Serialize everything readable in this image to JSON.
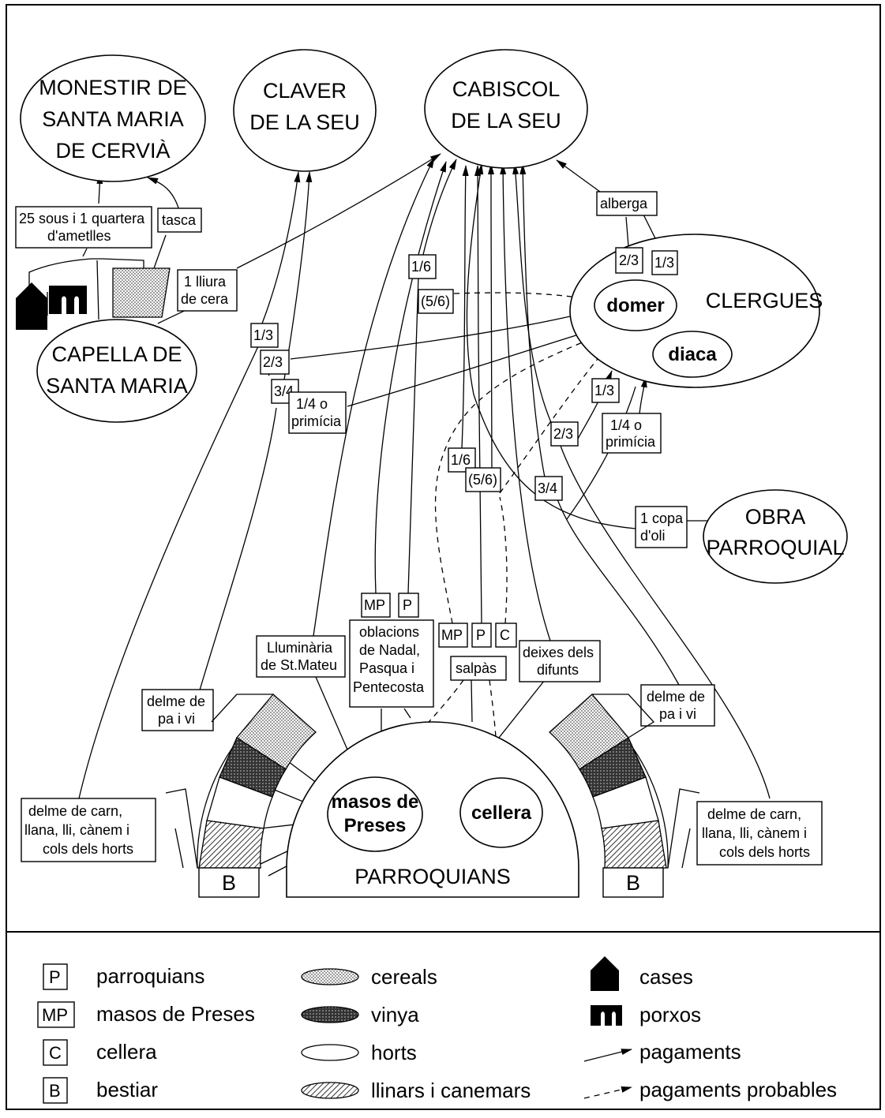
{
  "nodes": {
    "monestir": [
      "MONESTIR DE",
      "SANTA MARIA",
      "DE CERVIÀ"
    ],
    "claver": [
      "CLAVER",
      "DE LA SEU"
    ],
    "cabiscol": [
      "CABISCOL",
      "DE LA SEU"
    ],
    "clergues": "CLERGUES",
    "domer": "domer",
    "diaca": "diaca",
    "capella": [
      "CAPELLA DE",
      "SANTA MARIA"
    ],
    "obra": [
      "OBRA",
      "PARROQUIAL"
    ],
    "masos": [
      "masos de",
      "Preses"
    ],
    "cellera": "cellera",
    "parroquians": "PARROQUIANS",
    "bestiar_left": "B",
    "bestiar_right": "B"
  },
  "labels": {
    "sous": [
      "25 sous i 1 quartera",
      "d'ametlles"
    ],
    "tasca": "tasca",
    "lliura": [
      "1 lliura",
      "de cera"
    ],
    "alberga": "alberga",
    "alberga_23": "2/3",
    "alberga_13": "1/3",
    "f16a": "1/6",
    "f56a": "(5/6)",
    "f13a": "1/3",
    "f23a": "2/3",
    "f34a": "3/4",
    "quarta_a": [
      "1/4 o",
      "primícia"
    ],
    "f16b": "1/6",
    "f56b": "(5/6)",
    "f13b": "1/3",
    "f23b": "2/3",
    "f34b": "3/4",
    "quarta_b": [
      "1/4 o",
      "primícia"
    ],
    "copa": [
      "1 copa",
      "d'oli"
    ],
    "tag_mp1": "MP",
    "tag_p1": "P",
    "tag_mp2": "MP",
    "tag_p2": "P",
    "tag_c2": "C",
    "lluminaria": [
      "Lluminària",
      "de St.Mateu"
    ],
    "oblacions": [
      "oblacions",
      "de Nadal,",
      "Pasqua i",
      "Pentecosta"
    ],
    "salpas": "salpàs",
    "deixes": [
      "deixes dels",
      "difunts"
    ],
    "delme_pa_l": [
      "delme de",
      "pa i vi"
    ],
    "delme_pa_r": [
      "delme de",
      "pa i vi"
    ],
    "delme_carn_l": [
      "delme de carn,",
      "llana, lli, cànem i",
      "cols dels horts"
    ],
    "delme_carn_r": [
      "delme de carn,",
      "llana, lli, cànem i",
      "cols dels horts"
    ]
  },
  "legend": {
    "col1": [
      {
        "key": "P",
        "text": "parroquians"
      },
      {
        "key": "MP",
        "text": "masos de Preses"
      },
      {
        "key": "C",
        "text": "cellera"
      },
      {
        "key": "B",
        "text": "bestiar"
      }
    ],
    "col2": [
      {
        "text": "cereals",
        "pattern": "dotted-light"
      },
      {
        "text": "vinya",
        "pattern": "dotted-dark"
      },
      {
        "text": "horts",
        "pattern": "blank"
      },
      {
        "text": "llinars i canemars",
        "pattern": "hatched"
      }
    ],
    "col3": [
      {
        "text": "cases",
        "icon": "house-icon"
      },
      {
        "text": "porxos",
        "icon": "arcade-icon"
      },
      {
        "text": "pagaments",
        "icon": "solid-arrow-icon"
      },
      {
        "text": "pagaments probables",
        "icon": "dashed-arrow-icon"
      }
    ]
  }
}
